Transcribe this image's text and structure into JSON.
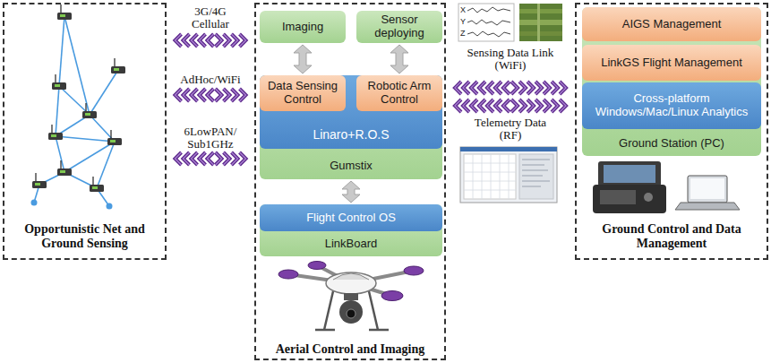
{
  "diagram": {
    "nodes": [
      {
        "text": [
          "Opportunistic Net and Ground Sensing"
        ]
      },
      {
        "text": [
          "Aerial Control and Imaging"
        ]
      },
      {
        "text": [
          "Imaging"
        ],
        "in": 1
      },
      {
        "text": [
          "Sensor deploying"
        ],
        "in": 1
      },
      {
        "text": [
          "Gumstix"
        ],
        "in": 1
      },
      {
        "text": [
          "Linaro+R.O.S"
        ],
        "in": 4
      },
      {
        "text": [
          "Data Sensing Control"
        ],
        "in": 5
      },
      {
        "text": [
          "Robotic Arm Control"
        ],
        "in": 5
      },
      {
        "text": [
          "LinkBoard"
        ],
        "in": 1
      },
      {
        "text": [
          "Flight Control OS"
        ],
        "in": 8
      },
      {
        "text": [
          "Ground Control and Data Management"
        ]
      },
      {
        "text": [
          "Ground Station (PC)"
        ],
        "in": 10
      },
      {
        "text": [
          "AIGS Management"
        ],
        "in": 11
      },
      {
        "text": [
          "LinkGS Flight Management"
        ],
        "in": 11
      },
      {
        "text": [
          "Cross-platform Windows/Mac/Linux Analytics"
        ],
        "in": 11
      }
    ],
    "edges": [
      {
        "from": 0,
        "to": 1,
        "label": "3G/4G Cellular",
        "arrow": "both"
      },
      {
        "from": 0,
        "to": 1,
        "label": "AdHoc/WiFi",
        "arrow": "both"
      },
      {
        "from": 0,
        "to": 1,
        "label": "6LowPAN/ Sub1GHz",
        "arrow": "both"
      },
      {
        "from": 2,
        "to": 6,
        "arrow": "both"
      },
      {
        "from": 3,
        "to": 7,
        "arrow": "both"
      },
      {
        "from": 4,
        "to": 8,
        "arrow": "both"
      },
      {
        "from": 1,
        "to": 10,
        "label": "Sensing Data Link (WiFi)",
        "arrow": "both"
      },
      {
        "from": 1,
        "to": 10,
        "label": "Telemetry Data (RF)",
        "arrow": "both"
      }
    ],
    "labels": [
      "X",
      "Y",
      "Z"
    ]
  }
}
